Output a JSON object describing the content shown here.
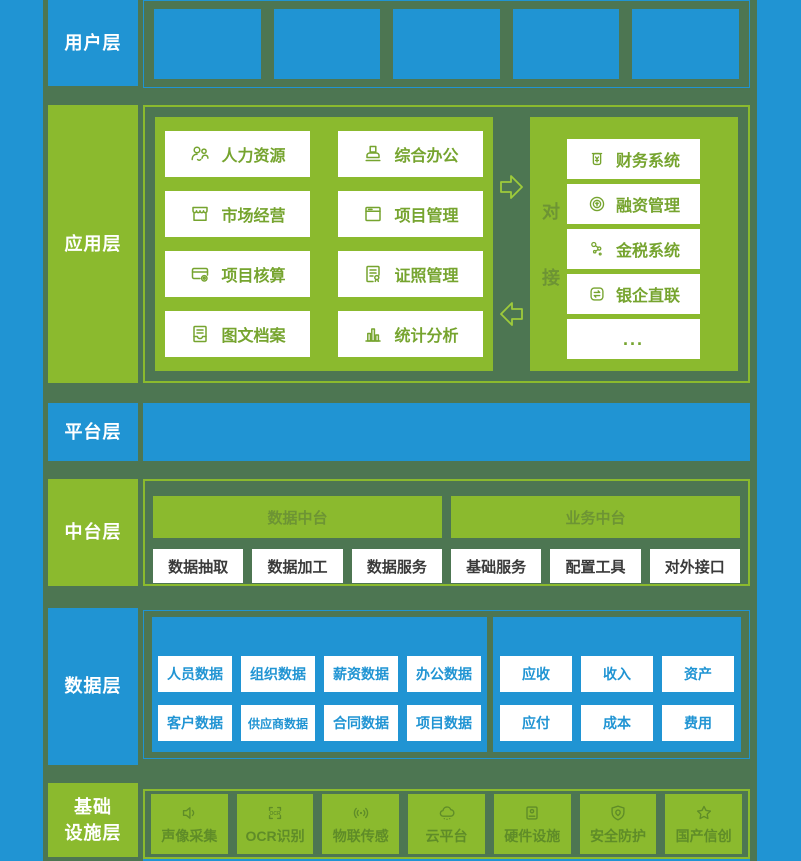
{
  "colors": {
    "blue": "#2094d3",
    "green": "#8bba2e",
    "olive_background": "#4d7652",
    "arrow_outline": "#9ecb3b",
    "green_text": "#76a42f",
    "muted_green_text": "#6d9434",
    "infra_text": "#5f8c28",
    "dark_text": "#3a3a3a",
    "white": "#ffffff"
  },
  "layers": {
    "user": {
      "label": "用户层",
      "box_count": 5
    },
    "app": {
      "label": "应用层",
      "modules": [
        {
          "icon": "people-icon",
          "label": "人力资源"
        },
        {
          "icon": "stamp-icon",
          "label": "综合办公"
        },
        {
          "icon": "storefront-icon",
          "label": "市场经营"
        },
        {
          "icon": "window-icon",
          "label": "项目管理"
        },
        {
          "icon": "card-gear-icon",
          "label": "项目核算"
        },
        {
          "icon": "license-icon",
          "label": "证照管理"
        },
        {
          "icon": "archive-icon",
          "label": "图文档案"
        },
        {
          "icon": "bar-chart-icon",
          "label": "统计分析"
        }
      ],
      "connector": {
        "char1": "对",
        "char2": "接"
      },
      "external": [
        {
          "icon": "money-jar-icon",
          "label": "财务系统"
        },
        {
          "icon": "coin-icon",
          "label": "融资管理"
        },
        {
          "icon": "molecule-icon",
          "label": "金税系统"
        },
        {
          "icon": "exchange-icon",
          "label": "银企直联"
        },
        {
          "icon": "",
          "label": "..."
        }
      ]
    },
    "platform": {
      "label": "平台层"
    },
    "middle": {
      "label": "中台层",
      "groups": [
        {
          "title": "数据中台",
          "items": [
            "数据抽取",
            "数据加工",
            "数据服务"
          ]
        },
        {
          "title": "业务中台",
          "items": [
            "基础服务",
            "配置工具",
            "对外接口"
          ]
        }
      ]
    },
    "data": {
      "label": "数据层",
      "left_rows": [
        [
          "人员数据",
          "组织数据",
          "薪资数据",
          "办公数据"
        ],
        [
          "客户数据",
          "供应商数据",
          "合同数据",
          "项目数据"
        ]
      ],
      "right_rows": [
        [
          "应收",
          "收入",
          "资产"
        ],
        [
          "应付",
          "成本",
          "费用"
        ]
      ]
    },
    "infra": {
      "label": "基础设施层",
      "label_line1": "基础",
      "label_line2": "设施层",
      "items": [
        {
          "icon": "speaker-icon",
          "label": "声像采集"
        },
        {
          "icon": "ocr-icon",
          "label": "OCR识别"
        },
        {
          "icon": "signal-icon",
          "label": "物联传感"
        },
        {
          "icon": "cloud-icon",
          "label": "云平台"
        },
        {
          "icon": "hardware-icon",
          "label": "硬件设施"
        },
        {
          "icon": "shield-icon",
          "label": "安全防护"
        },
        {
          "icon": "star-icon",
          "label": "国产信创"
        }
      ]
    }
  }
}
